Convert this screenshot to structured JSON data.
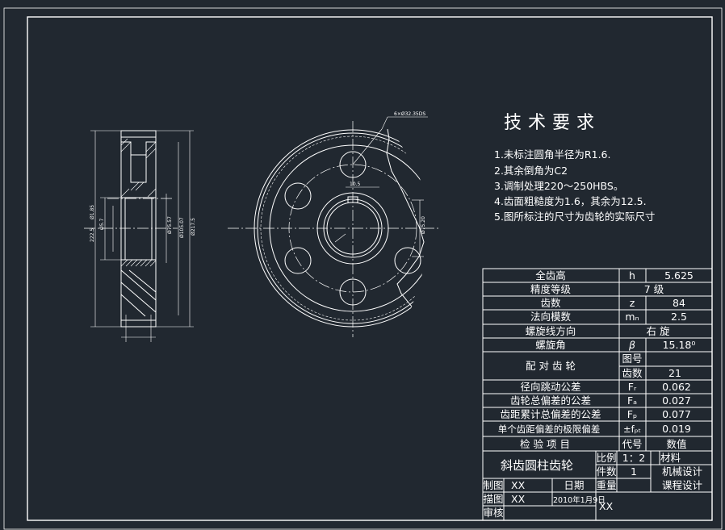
{
  "colors": {
    "background": "#212830",
    "lines": "#ffffff"
  },
  "side_view": {
    "dims": [
      "222.5",
      "Ø1.85",
      "Ø5.7",
      "Ø75.57",
      "Ø105.07",
      "Ø217.5"
    ]
  },
  "front_view": {
    "callouts": [
      "6×Ø32.35DS",
      "10.5",
      "Ø75.20"
    ]
  },
  "requirements": {
    "title": "技术要求",
    "items": [
      "1.未标注圆角半径为R1.6.",
      "2.其余倒角为C2",
      "3.调制处理220～250HBS。",
      "4.齿面粗糙度为1.6，其余为12.5.",
      "5.图所标注的尺寸为齿轮的实际尺寸"
    ]
  },
  "params": {
    "rows": [
      {
        "name": "全齿高",
        "symbol": "h",
        "value": "5.625"
      },
      {
        "name": "精度等级",
        "value": "7  级"
      },
      {
        "name": "齿数",
        "symbol": "z",
        "value": "84"
      },
      {
        "name": "法向模数",
        "symbol": "mₙ",
        "value": "2.5"
      },
      {
        "name": "螺旋线方向",
        "value": "右 旋"
      },
      {
        "name": "螺旋角",
        "symbol": "β",
        "value": "15.18⁰"
      }
    ],
    "mating": {
      "name": "配 对 齿 轮",
      "drawing_no_label": "图号",
      "drawing_no": "",
      "teeth_label": "齿数",
      "teeth": "21"
    },
    "tolerance_rows": [
      {
        "name": "径向跳动公差",
        "symbol": "Fᵣ",
        "value": "0.062"
      },
      {
        "name": "齿轮总偏差的公差",
        "symbol": "Fₐ",
        "value": "0.027"
      },
      {
        "name": "齿距累计总偏差的公差",
        "symbol": "Fₚ",
        "value": "0.077"
      },
      {
        "name": "单个齿距偏差的极限偏差",
        "symbol": "±fₚₜ",
        "value": "0.019"
      }
    ],
    "footer": {
      "item_label": "检 验 项 目",
      "code_label": "代号",
      "value_label": "数值"
    }
  },
  "title_block": {
    "part_name": "斜齿圆柱齿轮",
    "scale_label": "比例",
    "scale": "1：2",
    "material_label": "材料",
    "material": "",
    "qty_label": "件数",
    "qty": "1",
    "course_line1": "机械设计",
    "course_line2": "课程设计",
    "drawn_label": "制图",
    "drawn_by": "XX",
    "date_label": "日期",
    "traced_label": "描图",
    "traced_by": "XX",
    "date": "2010年1月9日",
    "weight_label": "重量",
    "weight": "XX",
    "checked_label": "审核"
  }
}
